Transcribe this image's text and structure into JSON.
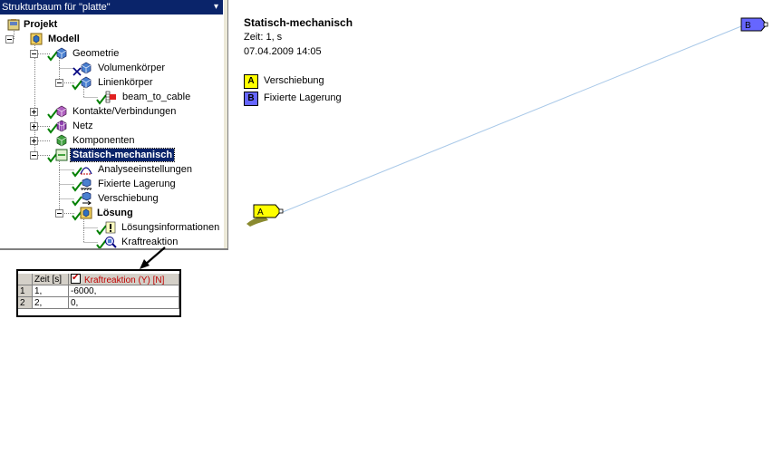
{
  "tree": {
    "title": "Strukturbaum für \"platte\"",
    "nodes": [
      {
        "label": "Projekt"
      },
      {
        "label": "Modell"
      },
      {
        "label": "Geometrie"
      },
      {
        "label": "Volumenkörper"
      },
      {
        "label": "Linienkörper"
      },
      {
        "label": "beam_to_cable"
      },
      {
        "label": "Kontakte/Verbindungen"
      },
      {
        "label": "Netz"
      },
      {
        "label": "Komponenten"
      },
      {
        "label": "Statisch-mechanisch"
      },
      {
        "label": "Analyseeinstellungen"
      },
      {
        "label": "Fixierte Lagerung"
      },
      {
        "label": "Verschiebung"
      },
      {
        "label": "Lösung"
      },
      {
        "label": "Lösungsinformationen"
      },
      {
        "label": "Kraftreaktion"
      }
    ]
  },
  "table": {
    "headers": [
      "Zeit [s]",
      "Kraftreaktion (Y) [N]"
    ],
    "rows": [
      {
        "index": "1",
        "time": "1,",
        "value": "-6000,"
      },
      {
        "index": "2",
        "time": "2,",
        "value": "0,"
      }
    ]
  },
  "graphics": {
    "title": "Statisch-mechanisch",
    "time": "Zeit: 1, s",
    "date": "07.04.2009 14:05",
    "legend": [
      {
        "key": "A",
        "label": "Verschiebung",
        "color": "#ffff00"
      },
      {
        "key": "B",
        "label": "Fixierte Lagerung",
        "color": "#6666ff"
      }
    ],
    "tag_a": "A",
    "tag_b": "B"
  },
  "colors": {
    "selection": "#0a246a",
    "check": "#008000",
    "beam": "#a8c8e8"
  }
}
